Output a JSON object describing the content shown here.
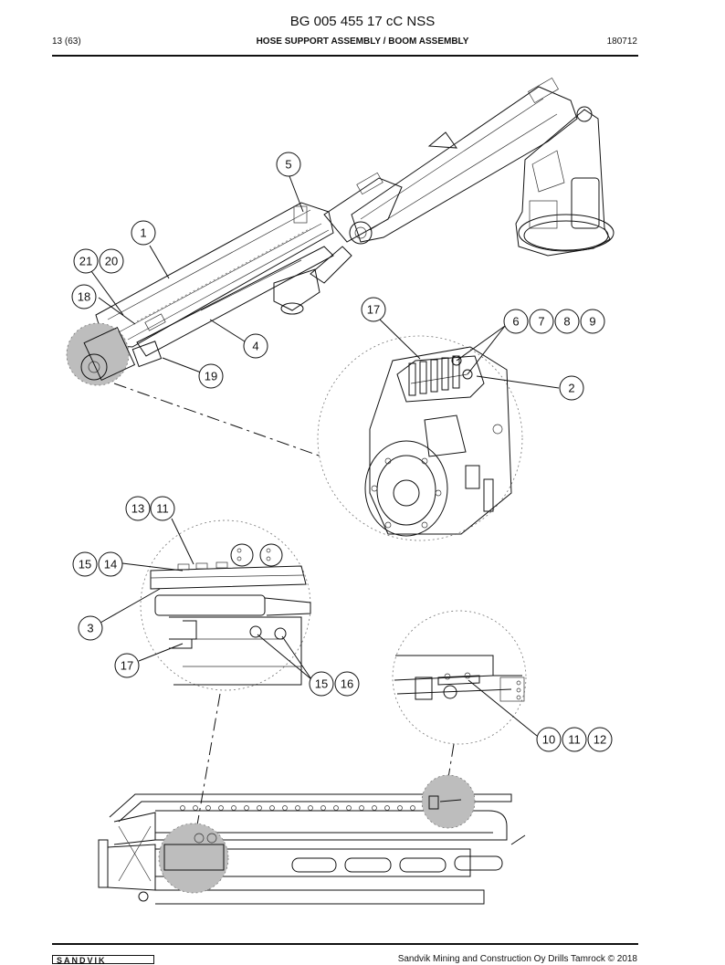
{
  "header": {
    "title": "BG 005 455 17 cC NSS",
    "page": "13 (63)",
    "section": "HOSE SUPPORT ASSEMBLY / BOOM ASSEMBLY",
    "date_code": "180712"
  },
  "footer": {
    "copyright": "Sandvik Mining and Construction Oy Drills Tamrock © 2018",
    "logo_text": "SANDVIK"
  },
  "callouts": [
    {
      "label": "1"
    },
    {
      "label": "2"
    },
    {
      "label": "3"
    },
    {
      "label": "4"
    },
    {
      "label": "5"
    },
    {
      "label": "6"
    },
    {
      "label": "7"
    },
    {
      "label": "8"
    },
    {
      "label": "9"
    },
    {
      "label": "10"
    },
    {
      "label": "11"
    },
    {
      "label": "12"
    },
    {
      "label": "13"
    },
    {
      "label": "11"
    },
    {
      "label": "15"
    },
    {
      "label": "14"
    },
    {
      "label": "15"
    },
    {
      "label": "16"
    },
    {
      "label": "17"
    },
    {
      "label": "17"
    },
    {
      "label": "18"
    },
    {
      "label": "19"
    },
    {
      "label": "20"
    },
    {
      "label": "21"
    }
  ]
}
